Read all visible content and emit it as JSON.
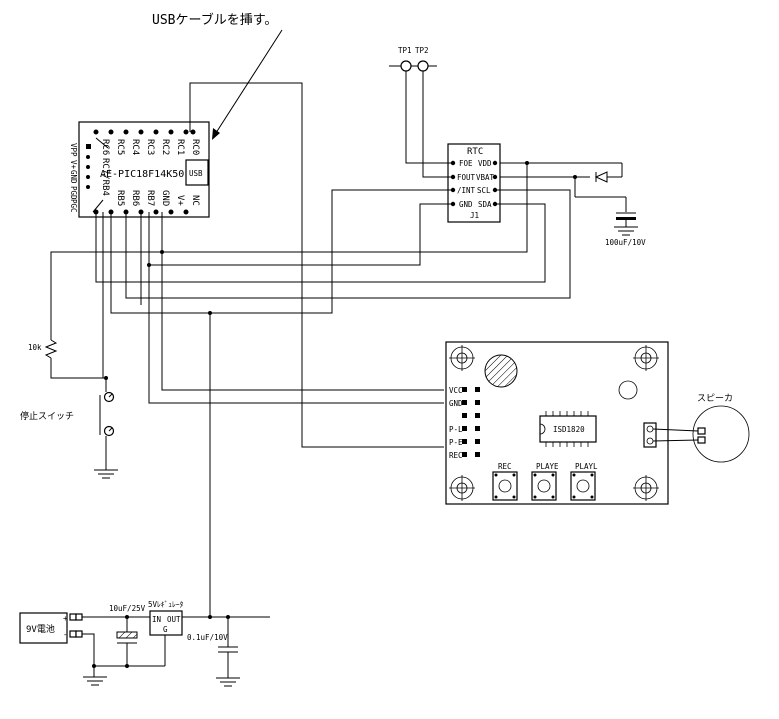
{
  "annotation": {
    "usb_note": "USBケーブルを挿す。"
  },
  "mcu": {
    "name": "AE-PIC18F14K50",
    "usb_label": "USB",
    "top_pins": [
      "RC6",
      "RC5",
      "RC4",
      "RC3",
      "RC2",
      "RC1",
      "RC0"
    ],
    "bottom_pins": [
      "RC7/RB4",
      "RB5",
      "RB6",
      "RB7",
      "GND",
      "V+",
      "NC"
    ],
    "left_labels": [
      "VPP",
      "V+",
      "GND",
      "PGD",
      "PGC"
    ]
  },
  "testpoints": {
    "tp1": "TP1",
    "tp2": "TP2"
  },
  "rtc": {
    "title": "RTC",
    "ref": "J1",
    "left_pins": [
      "FOE",
      "FOUT",
      "/INT",
      "GND"
    ],
    "right_pins": [
      "VDD",
      "VBAT",
      "SCL",
      "SDA"
    ]
  },
  "backup_cap": {
    "label": "100uF/10V"
  },
  "resistor": {
    "label": "10k"
  },
  "stop_switch": {
    "label": "停止スイッチ"
  },
  "voice_module": {
    "chip": "ISD1820",
    "pins": [
      "VCC",
      "GND",
      "",
      "P-L",
      "P-E",
      "REC"
    ],
    "buttons": [
      "REC",
      "PLAYE",
      "PLAYL"
    ]
  },
  "speaker": {
    "label": "スピーカ"
  },
  "power": {
    "battery": "9V電池",
    "battery_plus": "+",
    "battery_minus": "-",
    "cap_in": "10uF/25V",
    "regulator_title": "5Vﾚｷﾞｭﾚｰﾀ",
    "reg_in": "IN",
    "reg_out": "OUT",
    "reg_g": "G",
    "cap_out": "0.1uF/10V"
  }
}
